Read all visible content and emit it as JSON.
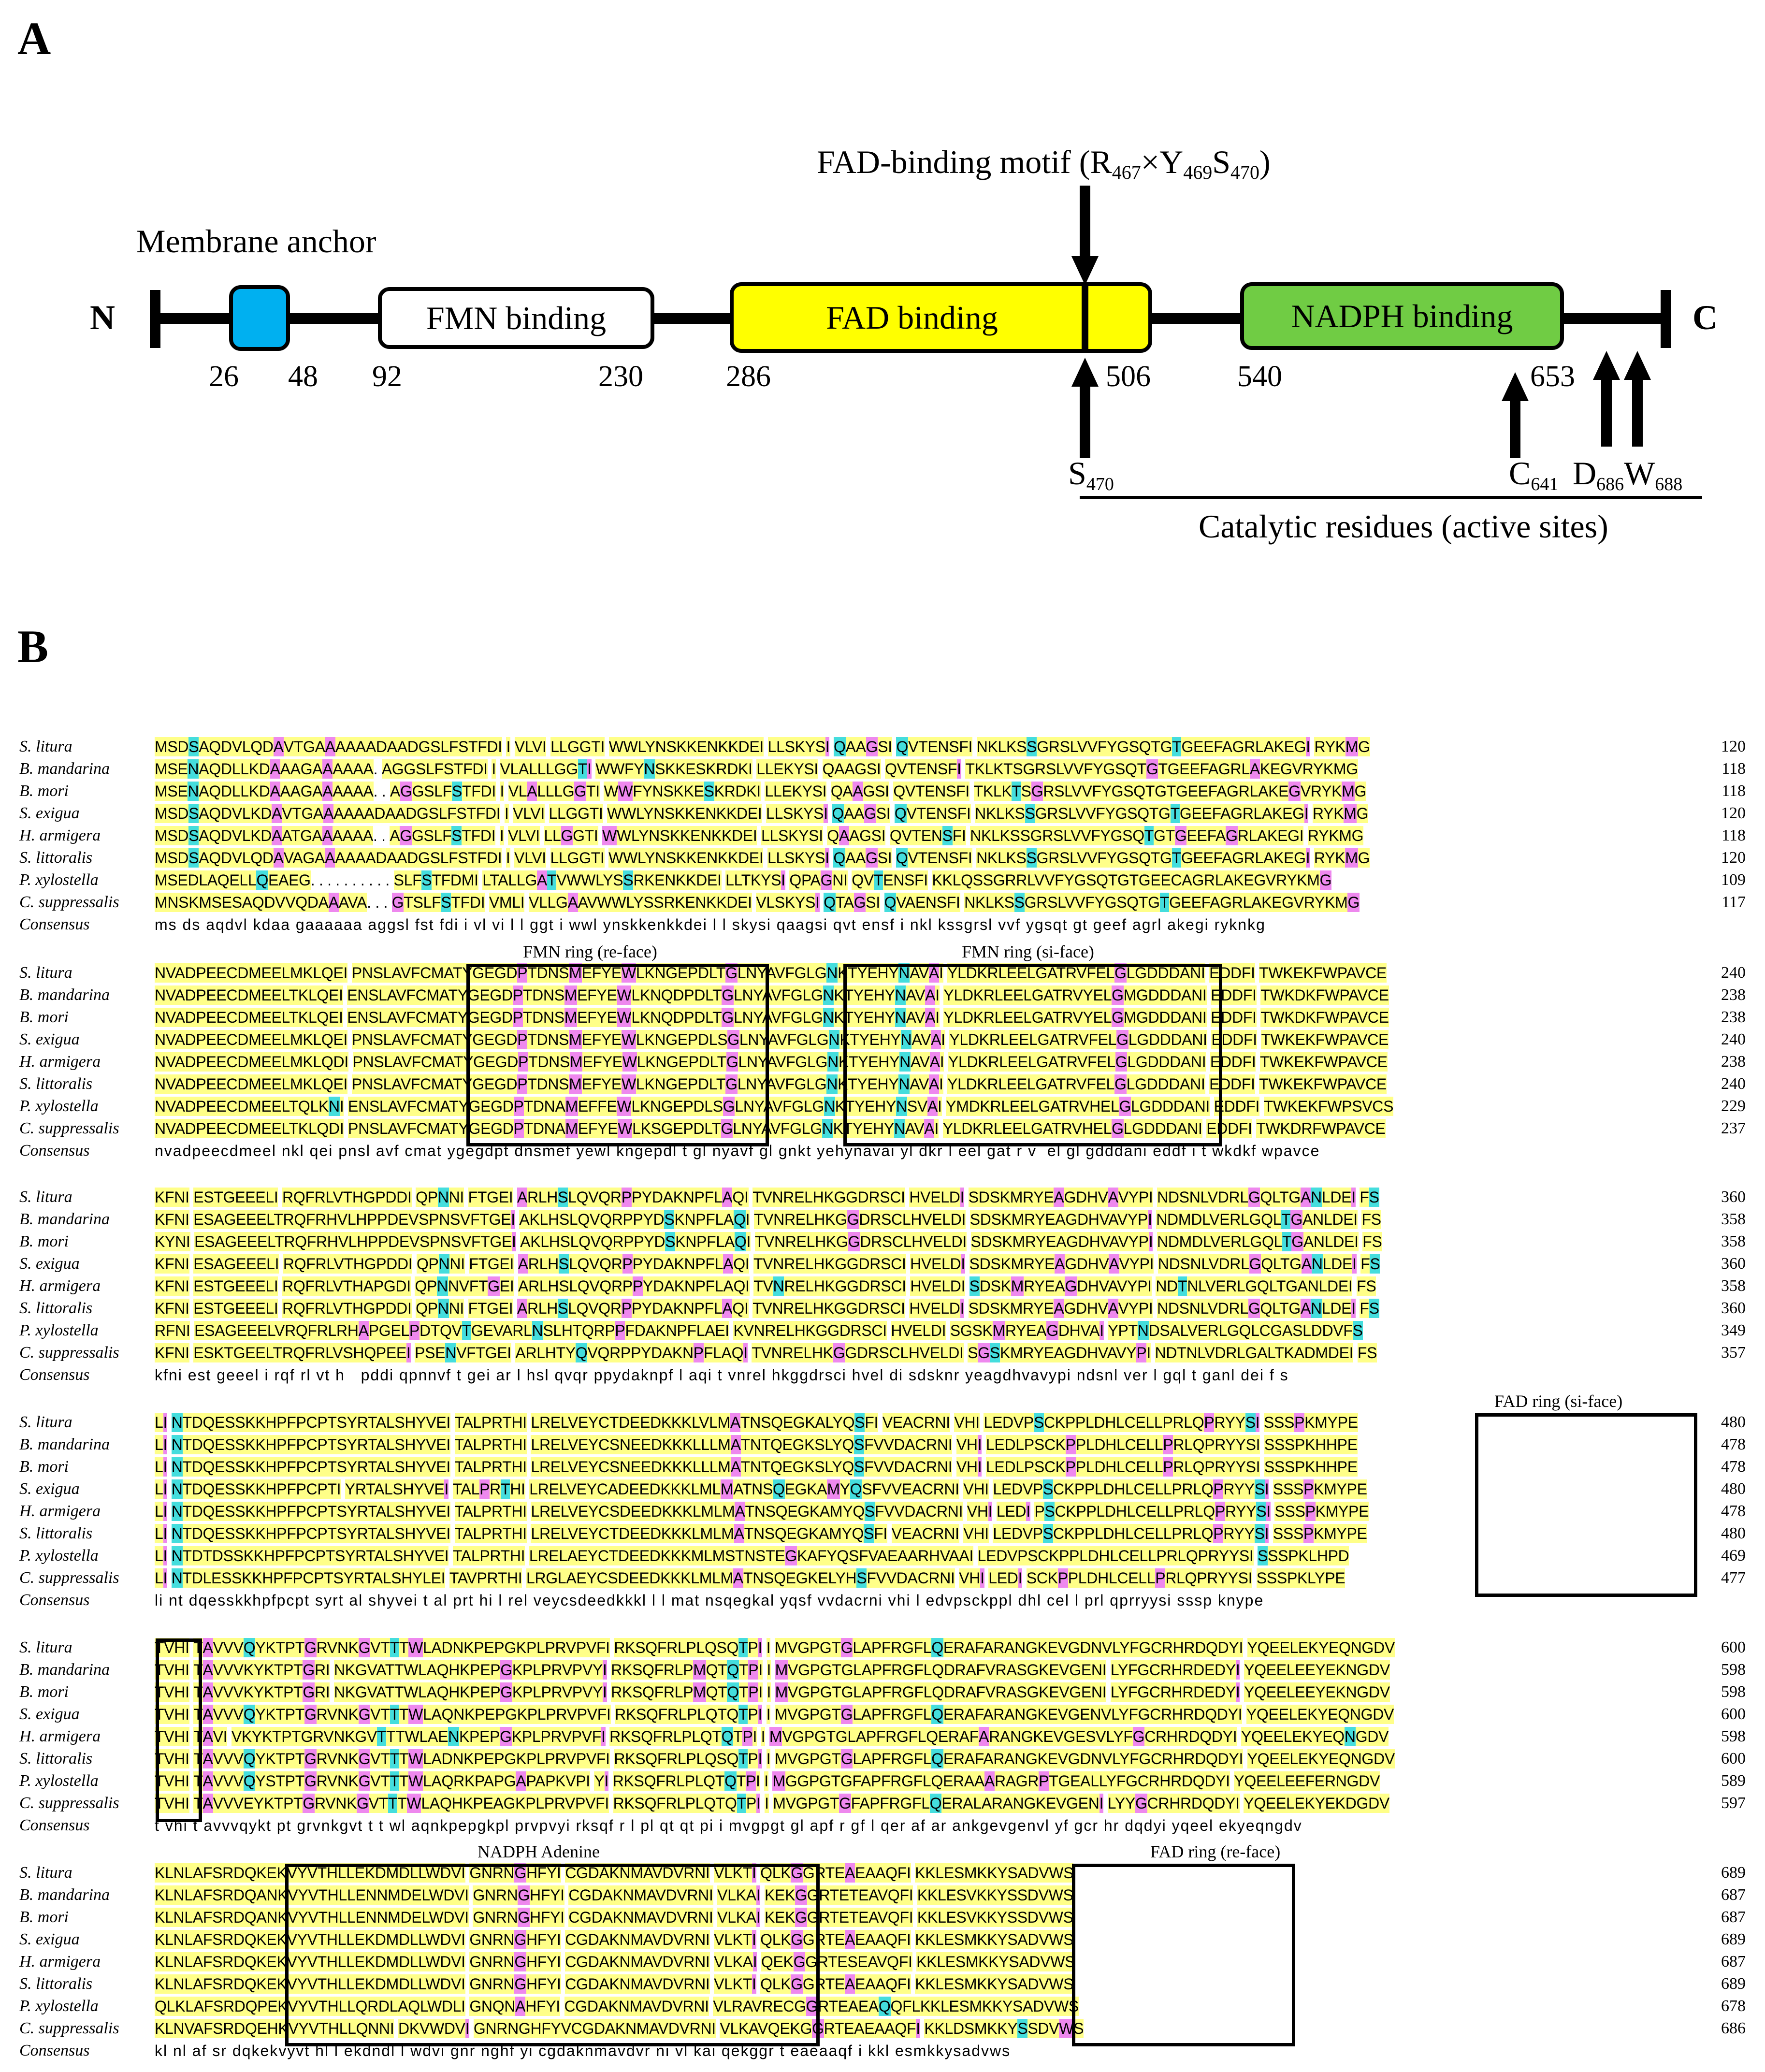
{
  "panels": {
    "a": "A",
    "b": "B"
  },
  "diagram": {
    "terminals": {
      "n": "N",
      "c": "C"
    },
    "membrane_anchor": "Membrane anchor",
    "fmn": "FMN binding",
    "fad": "FAD binding",
    "nadph": "NADPH binding",
    "motif": {
      "text": "FAD-binding motif (R",
      "r": "467",
      "x": "×Y",
      "y": "469",
      "s": "S",
      "sn": "470",
      "close": ")"
    },
    "numbers": [
      "26",
      "48",
      "92",
      "230",
      "286",
      "506",
      "540",
      "653"
    ],
    "s470": {
      "letter": "S",
      "sub": "470"
    },
    "c641": {
      "letter": "C",
      "sub": "641"
    },
    "d686": {
      "letter": "D",
      "sub": "686"
    },
    "w688": {
      "letter": "W",
      "sub": "688"
    },
    "catalytic": "Catalytic residues (active sites)",
    "colors": {
      "anchor": "#00b0f0",
      "fad": "#ffff00",
      "nadph": "#70cc44",
      "fmn": "#ffffff"
    }
  },
  "alignment": {
    "colors": {
      "yellow": "#ffff88",
      "magenta": "#ee88ee",
      "cyan": "#44dddd"
    },
    "species": [
      "S. litura",
      "B. mandarina",
      "B. mori",
      "S. exigua",
      "H. armigera",
      "S. littoralis",
      "P. xylostella",
      "C. suppressalis"
    ],
    "consensus_label": "Consensus",
    "box_labels": [
      "FMN ring (re-face)",
      "FMN ring (si-face)",
      "FAD ring (si-face)",
      "NADPH Adenine",
      "FAD ring (re-face)"
    ],
    "blocks": [
      {
        "counts": [
          "120",
          "118",
          "118",
          "120",
          "118",
          "120",
          "109",
          "117"
        ],
        "seqs": [
          "MSDSAQDVLQDAVTGAAAAAADAADGSLFSTFDI I VLVI LLGGTI WWLYNSKKENKKDEI LLSKYSI QAAGSI QVTENSFI NKLKSSGRSLVVFYGSQTGTGEEFAGRLAKEGI RYKMG",
          "MSENAQDLLKDAAAGAAAAAA. AGGSLFSTFDI I VLALLLGGTI WWFYNSKKESKRDKI LLEKYSI QAAGSI QVTENSFI TKLKTSGRSLVVFYGSQTGTGEEFAGRLAKEGVRYKMG",
          "MSENAQDLLKDAAAGAAAAAA. . AGGSLFSTFDI I VLALLLGGTI WWFYNSKKESKRDKI LLEKYSI QAAGSI QVTENSFI TKLKTSGRSLVVFYGSQTGTGEEFAGRLAKEGVRYKMG",
          "MSDSAQDVLKDAVTGAAAAAADAADGSLFSTFDI I VLVI LLGGTI WWLYNSKKENKKDEI LLSKYSI QAAGSI QVTENSFI NKLKSSGRSLVVFYGSQTGTGEEFAGRLAKEGI RYKMG",
          "MSDSAQDVLKDAATGAAAAAA. . AGGSLFSTFDI I VLVI LLGGTI WWLYNSKKENKKDEI LLSKYSI QAAGSI QVTENSFI NKLKSSGRSLVVFYGSQTGTGEEFAGRLAKEGI RYKMG",
          "MSDSAQDVLQDAVAGAAAAAADAADGSLFSTFDI I VLVI LLGGTI WWLYNSKKENKKDEI LLSKYSI QAAGSI QVTENSFI NKLKSSGRSLVVFYGSQTGTGEEFAGRLAKEGI RYKMG",
          "MSEDLAQELLQEAEG. . . . . . . . . . SLFSTFDMI LTALLGATVWWLYSSRKENKKDEI LLTKYSI QPAGNI QVTENSFI KKLQSSGRRLVVFYGSQTGTGEECAGRLAKEGVRYKMG",
          "MNSKMSESAQDVVQDAAAVA. . . GTSLFSTFDI VMLI VLLGAAVWWLYSSRKENKKDEI VLSKYSI QTAGSI QVAENSFI NKLKSSGRSLVVFYGSQTGTGEEFAGRLAKEGVRYKMG"
        ],
        "consensus": "ms ds aqdvl kdaa gaaaaaa aggsl fst fdi i vl vi l l ggt i wwl ynskkenkkdei l l skysi qaagsi qvt ensf i nkl kssgrsl vvf ygsqt gt geef agrl akegi ryknkg"
      },
      {
        "counts": [
          "240",
          "238",
          "238",
          "240",
          "238",
          "240",
          "229",
          "237"
        ],
        "seqs": [
          "NVADPEECDMEELMKLQEI PNSLAVFCMATYGEGDPTDNSMEFYEWLKNGEPDLTGLNYAVFGLGNKTYEHYNAVAI YLDKRLEELGATRVFELGLGDDDANI EDDFI TWKEKFWPAVCE",
          "NVADPEECDMEELTKLQEI ENSLAVFCMATYGEGDPTDNSMEFYEWLKNQDPDLTGLNYAVFGLGNKTYEHYNAVAI YLDKRLEELGATRVYELGMGDDDANI EDDFI TWKDKFWPAVCE",
          "NVADPEECDMEELTKLQEI ENSLAVFCMATYGEGDPTDNSMEFYEWLKNQDPDLTGLNYAVFGLGNKTYEHYNAVAI YLDKRLEELGATRVYELGMGDDDANI EDDFI TWKDKFWPAVCE",
          "NVADPEECDMEELMKLQEI PNSLAVFCMATYGEGDPTDNSMEFYEWLKNGEPDLSGLNYAVFGLGNKTYEHYNAVAI YLDKRLEELGATRVFELGLGDDDANI EDDFI TWKEKFWPAVCE",
          "NVADPEECDMEELMKLQDI PNSLAVFCMATYGEGDPTDNSMEFYEWLKNGEPDLTGLNYAVFGLGNKTYEHYNAVAI YLDKRLEELGATRVFELGLGDDDANI EDDFI TWKEKFWPAVCE",
          "NVADPEECDMEELMKLQEI PNSLAVFCMATYGEGDPTDNSMEFYEWLKNGEPDLTGLNYAVFGLGNKTYEHYNAVAI YLDKRLEELGATRVFELGLGDDDANI EDDFI TWKEKFWPAVCE",
          "NVADPEECDMEELTQLKNI ENSLAVFCMATYGEGDPTDNAMEFFEWLKNGEPDLSGLNYAVFGLGNKTYEHYNSVAI YMDKRLEELGATRVHELGLGDDDANI EDDFI TWKEKFWPSVCS",
          "NVADPEECDMEELTKLQDI PNSLAVFCMATYGEGDPTDNAMEFYEWLKSGEPDLTGLNYAVFGLGNKTYEHYNAVAI YLDKRLEELGATRVHELGLGDDDANI EDDFI TWKDRFWPAVCE"
        ],
        "consensus": "nvadpeecdmeel nkl qei pnsl avf cmat ygegdpt dnsmef yewl kngepdl t gl nyavf gl gnkt yehynavai yl dkr l eel gat r v  el gl gdddani eddf i t wkdkf wpavce"
      },
      {
        "counts": [
          "360",
          "358",
          "358",
          "360",
          "358",
          "360",
          "349",
          "357"
        ],
        "seqs": [
          "KFNI ESTGEEELI RQFRLVTHGPDDI QPNNI FTGEI ARLHSLQVQRPPYDAKNPFLAQI TVNRELHKGGDRSCI HVELDI SDSKMRYEAGDHVAVYPI NDSNLVDRLGQLTGANLDEI FS",
          "KFNI ESAGEEELTRQFRHVLHPPDEVSPNSVFTGEI AKLHSLQVQRPPYDSKNPFLAQI TVNRELHKGGDRSCLHVELDI SDSKMRYEAGDHVAVYPI NDMDLVERLGQLTGANLDEI FS",
          "KYNI ESAGEEELTRQFRHVLHPPDEVSPNSVFTGEI AKLHSLQVQRPPYDSKNPFLAQI TVNRELHKGGDRSCLHVELDI SDSKMRYEAGDHVAVYPI NDMDLVERLGQLTGANLDEI FS",
          "KFNI ESAGEEELI RQFRLVTHGPDDI QPNNI FTGEI ARLHSLQVQRPPYDAKNPFLAQI TVNRELHKGGDRSCI HVELDI SDSKMRYEAGDHVAVYPI NDSNLVDRLGQLTGANLDEI FS",
          "KFNI ESTGEEELI RQFRLVTHAPGDI QPNNVFTGEI ARLHSLQVQRPPYDAKNPFLAQI TVNRELHKGGDRSCI HVELDI SDSKMRYEAGDHVAVYPI NDTNLVERLGQLTGANLDEI FS",
          "KFNI ESTGEEELI RQFRLVTHGPDDI QPNNI FTGEI ARLHSLQVQRPPYDAKNPFLAQI TVNRELHKGGDRSCI HVELDI SDSKMRYEAGDHVAVYPI NDSNLVDRLGQLTGANLDEI FS",
          "RFNI ESAGEEELVRQFRLRHAPGELPDTQVTGEVARLNSLHTQRPPFDAKNPFLAEI KVNRELHKGGDRSCI HVELDI SGSKMRYEAGDHVAI YPTNDSALVERLGQLCGASLDDVFS",
          "KFNI ESKTGEELTRQFRLVSHQPEEI PSENVFTGEI ARLHTYQVQRPPYDAKNPFLAQI TVNRELHKGGDRSCLHVELDI SGSKMRYEAGDHVAVYPI NDTNLVDRLGALTKADMDEI FS"
        ],
        "consensus": "kfni est geeel i rqf rl vt h   pddi qpnnvf t gei ar l hsl qvqr ppydaknpf l aqi t vnrel hkggdrsci hvel di sdsknr yeagdhvavypi ndsnl ver l gql t ganl dei f s"
      },
      {
        "counts": [
          "480",
          "478",
          "478",
          "480",
          "478",
          "480",
          "469",
          "477"
        ],
        "seqs": [
          "LI NTDQESSKKHPFPCPTSYRTALSHYVEI TALPRTHI LRELVEYCTDEEDKKKLVLMATNSQEGKALYQSFI VEACRNI VHI LEDVPSCKPPLDHLCELLPRLQPRYYSI SSSPKMYPE",
          "LI NTDQESSKKHPFPCPTSYRTALSHYVEI TALPRTHI LRELVEYCSNEEDKKKLLLMATNTQEGKSLYQSFVVDACRNI VHI LEDLPSCKPPLDHLCELLPRLQPRYYSI SSSPKHHPE",
          "LI NTDQESSKKHPFPCPTSYRTALSHYVEI TALPRTHI LRELVEYCSNEEDKKKLLLMATNTQEGKSLYQSFVVDACRNI VHI LEDLPSCKPPLDHLCELLPRLQPRYYSI SSSPKHHPE",
          "LI NTDQESSKKHPFPCPTI YRTALSHYVEI TALPRTHI LRELVEYCADEEDKKKLMLMATNSQEGKAMYQSFVVEACRNI VHI LEDVPSCKPPLDHLCELLPRLQPRYYSI SSSPKMYPE",
          "LI NTDQESSKKHPFPCPTSYRTALSHYVEI TALPRTHI LRELVEYCSDEEDKKKLMLMATNSQEGKAMYQSFVVDACRNI VHI LEDI PSCKPPLDHLCELLPRLQPRYYSI SSSPKMYPE",
          "LI NTDQESSKKHPFPCPTSYRTALSHYVEI TALPRTHI LRELVEYCTDEEDKKKLMLMATNSQEGKAMYQSFI VEACRNI VHI LEDVPSCKPPLDHLCELLPRLQPRYYSI SSSPKMYPE",
          "LI NTDTDSSKKHPFPCPTSYRTALSHYVEI TALPRTHI LRELAEYCTDEEDKKKMLMSTNSTEGKAFYQSFVAEAARHVAAI LEDVPSCKPPLDHLCELLPRLQPRYYSI SSSPKLHPD",
          "LI NTDLESSKKHPFPCPTSYRTALSHYLEI TAVPRTHI LRGLAEYCSDEEDKKKLMLMATNSQEGKELYHSFVVDACRNI VHI LEDI SCKPPLDHLCELLPRLQPRYYSI SSSPKLYPE"
        ],
        "consensus": "li nt dqesskkhpfpcpt syrt al shyvei t al prt hi l rel veycsdeedkkkl l l mat nsqegkal yqsf vvdacrni vhi l edvpsckppl dhl cel l prl qprryysi sssp knype"
      },
      {
        "counts": [
          "600",
          "598",
          "598",
          "600",
          "598",
          "600",
          "589",
          "597"
        ],
        "seqs": [
          "TVHI TAVVVQYKTPTGRVNKGVTTTWLADNKPEPGKPLPRVPVFI RKSQFRLPLQSQTPI I MVGPGTGLAPFRGFLQERAFARANGKEVGDNVLYFGCRHRDQDYI YQEELEKYEQNGDV",
          "TVHI TAVVVKYKTPTGRI NKGVATTWLAQHKPEPGKPLPRVPVYI RKSQFRLPMQTQTPI I MVGPGTGLAPFRGFLQDRAFVRASGKEVGENI LYFGCRHRDEDYI YQEELEEYEKNGDV",
          "TVHI TAVVVKYKTPTGRI NKGVATTWLAQHKPEPGKPLPRVPVYI RKSQFRLPMQTQTPI I MVGPGTGLAPFRGFLQDRAFVRASGKEVGENI LYFGCRHRDEDYI YQEELEEYEKNGDV",
          "TVHI TAVVVQYKTPTGRVNKGVTTTWLAQNKPEPGKPLPRVPVFI RKSQFRLPLQTQTPI I MVGPGTGLAPFRGFLQERAFARANGKEVGENVLYFGCRHRDQDYI YQEELEKYEQNGDV",
          "TVHI TAVI VKYKTPTGRVNKGVTTTWLAENKPEPGKPLPRVPVFI RKSQFRLPLQTQTPI I MVGPGTGLAPFRGFLQERAFARANGKEVGESVLYFGCRHRDQDYI YQEELEKYEQNGDV",
          "TVHI TAVVVQYKTPTGRVNKGVTTTWLADNKPEPGKPLPRVPVFI RKSQFRLPLQSQTPI I MVGPGTGLAPFRGFLQERAFARANGKEVGDNVLYFGCRHRDQDYI YQEELEKYEQNGDV",
          "TVHI TAVVVQYSTPTGRVNKGVTTTWLAQRKPAPGAPAPKVPI YI RKSQFRLPLQTQTPI I MGGPGTGFAPFRGFLQERAAARAGRPTGEALLYFGCRHRDQDYI YQEELEEFERNGDV",
          "TVHI TAVVVEYKTPTGRVNKGVTTTWLAQHKPEAGKPLPRVPVFI RKSQFRLPLQTQTPI I MVGPGTGFAPFRGFLQERALARANGKEVGENI LYYGCRHRDQDYI YQEELEKYEKDGDV"
        ],
        "consensus": "t vhi t avvvqykt pt grvnkgvt t t wl aqnkpepgkpl prvpvyi rksqf r l pl qt qt pi i mvgpgt gl apf r gf l qer af ar ankgevgenvl yf gcr hr dqdyi yqeel ekyeqngdv"
      },
      {
        "counts": [
          "689",
          "687",
          "687",
          "689",
          "687",
          "689",
          "678",
          "686"
        ],
        "seqs": [
          "KLNLAFSRDQKEKVYVTHLLEKDMDLLWDVI GNRNGHFYI CGDAKNMAVDVRNI VLKTI QLKGGRTEAEAAQFI KKLESMKKYSADVWS",
          "KLNLAFSRDQANKVYVTHLLENNMDELWDVI GNRNGHFYI CGDAKNMAVDVRNI VLKAI KEKGGRTETEAVQFI KKLESVKKYSSDVWS",
          "KLNLAFSRDQANKVYVTHLLENNMDELWDVI GNRNGHFYI CGDAKNMAVDVRNI VLKAI KEKGGRTETEAVQFI KKLESVKKYSSDVWS",
          "KLNLAFSRDQKEKVYVTHLLEKDMDLLWDVI GNRNGHFYI CGDAKNMAVDVRNI VLKTI QLKGGRTEAEAAQFI KKLESMKKYSADVWS",
          "KLNLAFSRDQKEKVYVTHLLEKDMDLLWDVI GNRNGHFYI CGDAKNMAVDVRNI VLKAI QEKGGRTESEAVQFI KKLESMKKYSADVWS",
          "KLNLAFSRDQKEKVYVTHLLEKDMDLLWDVI GNRNGHFYI CGDAKNMAVDVRNI VLKTI QLKGGRTEAEAAQFI KKLESMKKYSADVWS",
          "QLKLAFSRDQPEKVYVTHLLQRDLAQLWDLI GNQNAHFYI CGDAKNMAVDVRNI VLRAVRECGGRTEAEAQQFLKKLESMKKYSADVWS",
          "KLNVAFSRDQEHKVYVTHLLQNNI DKVWDVI GNRNGHFYVCGDAKNMAVDVRNI VLKAVQEKGGRTEAEAAQFI KKLDSMKKYSSDVWS"
        ],
        "consensus": "kl nl af sr dqkekvyvt hl l ekdndl l wdvi gnr nghf yi cgdaknmavdvr ni vl kai qekggr t eaeaaqf i kkl esmkkysadvws"
      }
    ]
  }
}
